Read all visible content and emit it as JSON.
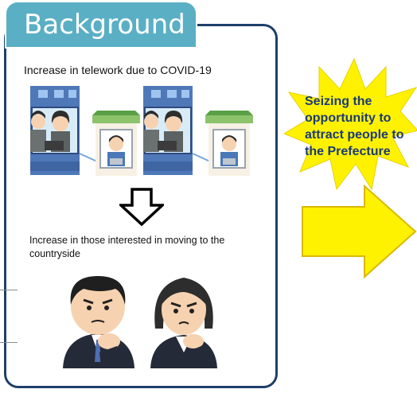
{
  "panel": {
    "title": "Background",
    "telework_caption": "Increase in telework due to COVID-19",
    "countryside_caption": "Increase in those interested in moving to the countryside"
  },
  "callout": {
    "lines": [
      "Seizing the",
      "opportunity to",
      "attract people to",
      "the Prefecture"
    ]
  },
  "colors": {
    "tab": "#5aafc5",
    "panel_border": "#1f3f6b",
    "burst_fill": "#fff200",
    "callout_text": "#1a3a7a",
    "arrow_fill": "#fff200",
    "arrow_stroke": "#d9b800"
  }
}
